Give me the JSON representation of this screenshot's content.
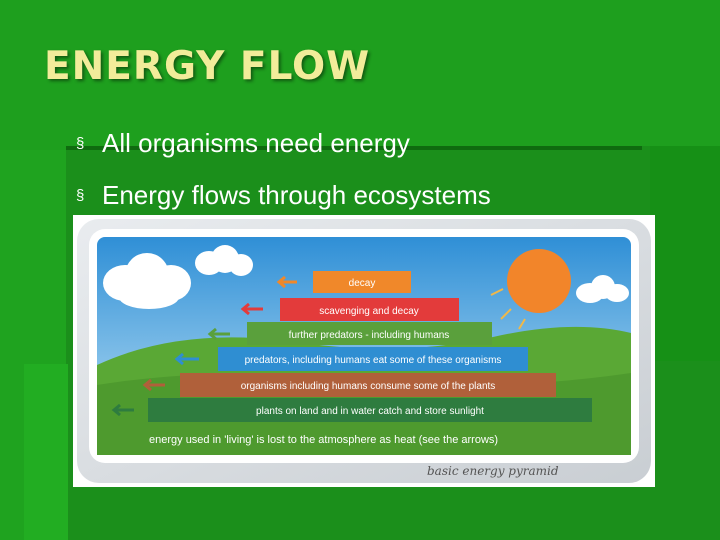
{
  "slide": {
    "title": "ENERGY FLOW",
    "bullets": [
      "All organisms need energy",
      "Energy flows through ecosystems"
    ]
  },
  "pyramid": {
    "levels": [
      {
        "label": "decay",
        "color": "#f0882a"
      },
      {
        "label": "scavenging and decay",
        "color": "#e33b3b"
      },
      {
        "label": "further predators - including humans",
        "color": "#5aa03c"
      },
      {
        "label": "predators, including humans eat some of these organisms",
        "color": "#2f8ed2"
      },
      {
        "label": "organisms including humans consume some of the plants",
        "color": "#b0603a"
      },
      {
        "label": "plants on land and in water catch and store sunlight",
        "color": "#2e7c3f"
      }
    ],
    "footer": "energy used in 'living' is lost to the atmosphere as heat (see the arrows)",
    "caption": "basic energy pyramid"
  }
}
